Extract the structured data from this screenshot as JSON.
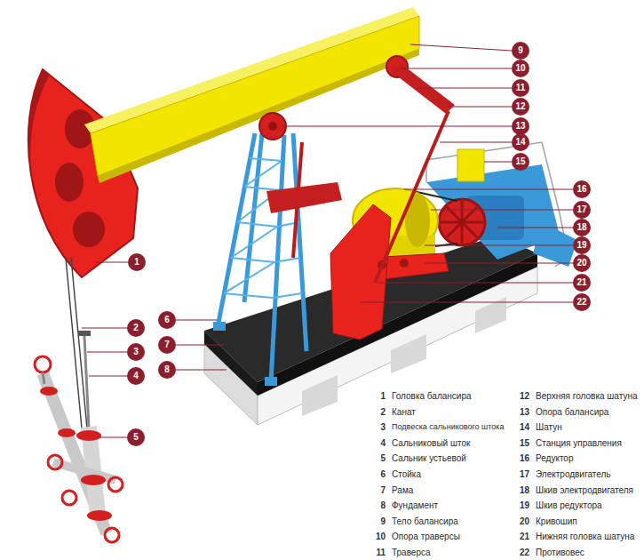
{
  "diagram": {
    "nodes": [
      {
        "text": [
          "1"
        ]
      },
      {
        "text": [
          "2"
        ]
      },
      {
        "text": [
          "3"
        ]
      },
      {
        "text": [
          "4"
        ]
      },
      {
        "text": [
          "5"
        ]
      },
      {
        "text": [
          "6"
        ]
      },
      {
        "text": [
          "7"
        ]
      },
      {
        "text": [
          "8"
        ]
      },
      {
        "text": [
          "9"
        ]
      },
      {
        "text": [
          "10"
        ]
      },
      {
        "text": [
          "11"
        ]
      },
      {
        "text": [
          "12"
        ]
      },
      {
        "text": [
          "13"
        ]
      },
      {
        "text": [
          "14"
        ]
      },
      {
        "text": [
          "15"
        ]
      },
      {
        "text": [
          "16"
        ]
      },
      {
        "text": [
          "17"
        ]
      },
      {
        "text": [
          "18"
        ]
      },
      {
        "text": [
          "19"
        ]
      },
      {
        "text": [
          "20"
        ]
      },
      {
        "text": [
          "21"
        ]
      },
      {
        "text": [
          "22"
        ]
      }
    ],
    "labels": [
      "1",
      "Головка балансира",
      "2",
      "Канат",
      "3",
      "Подвеска сальникового штока",
      "4",
      "Сальниковый шток",
      "5",
      "Сальник устьевой",
      "6",
      "Стойка",
      "7",
      "Рама",
      "8",
      "Фундамент",
      "9",
      "Тело балансира",
      "10",
      "Опора траверсы",
      "11",
      "Траверса",
      "12",
      "Верхняя головка шатуна",
      "13",
      "Опора балансира",
      "14",
      "Шатун",
      "15",
      "Станция управления",
      "16",
      "Редуктор",
      "17",
      "Электродвигатель",
      "18",
      "Шкив электродвигателя",
      "19",
      "Шкив редуктора",
      "20",
      "Кривошип",
      "21",
      "Нижняя головка шатуна",
      "22",
      "Противовес"
    ]
  }
}
